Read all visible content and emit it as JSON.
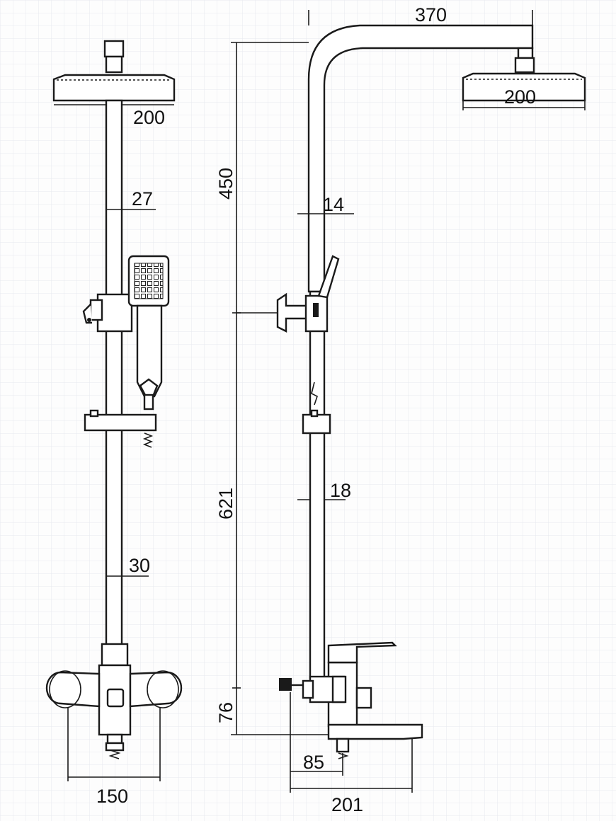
{
  "diagram": {
    "front_view": {
      "labels": {
        "head_width": "200",
        "upper_pipe_diameter": "27",
        "lower_pipe_diameter": "30",
        "mixer_width": "150"
      }
    },
    "side_view": {
      "labels": {
        "arm_length": "370",
        "head_width": "200",
        "upper_height": "450",
        "upper_pipe_diameter": "14",
        "lower_pipe_diameter": "18",
        "lower_height": "621",
        "mixer_height": "76",
        "spout_offset": "85",
        "spout_length": "201"
      }
    }
  },
  "colors": {
    "line": "#1a1a1a",
    "grid": "#e9ecf1",
    "background": "#fdfdfd"
  }
}
